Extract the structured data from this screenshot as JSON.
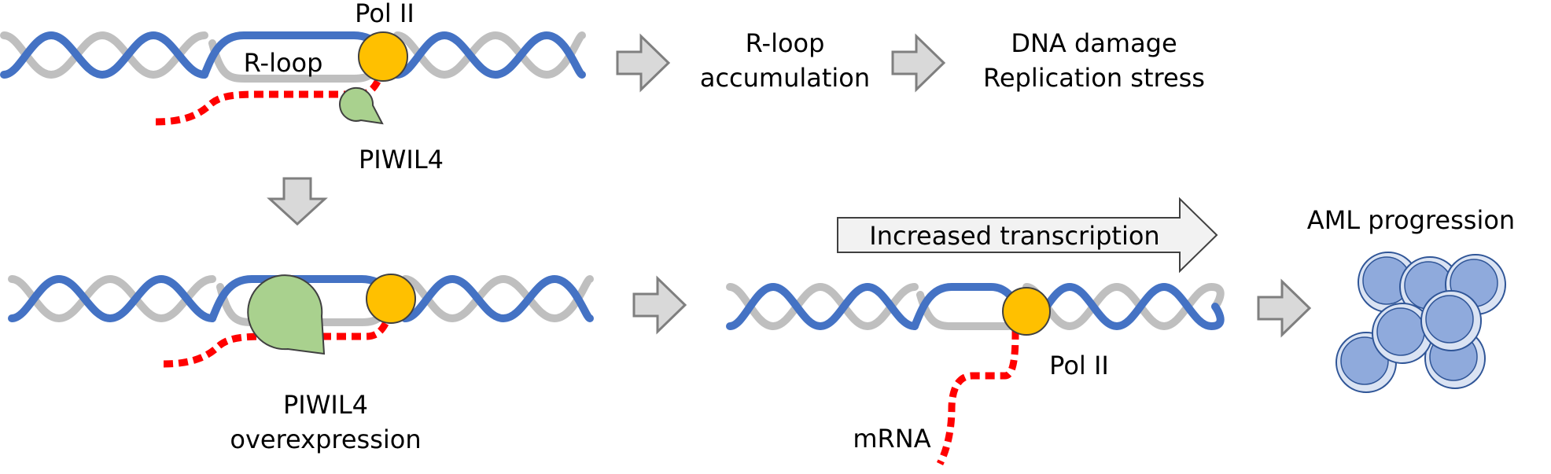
{
  "labels": {
    "polii_top": "Pol II",
    "rloop": "R-loop",
    "piwil4_top": "PIWIL4",
    "rloop_accum_1": "R-loop",
    "rloop_accum_2": "accumulation",
    "dna_damage": "DNA damage",
    "replication_stress": "Replication stress",
    "piwil4_overexp_1": "PIWIL4",
    "piwil4_overexp_2": "overexpression",
    "increased_transcription": "Increased transcription",
    "polii_right": "Pol II",
    "mrna": "mRNA",
    "aml_progression": "AML progression"
  },
  "colors": {
    "strand_blue": "#4472c4",
    "strand_gray": "#bfbfbf",
    "rna_red": "#ff0000",
    "pol_ii": "#ffc000",
    "piwil4": "#a9d18e",
    "arrow_fill": "#d9d9d9",
    "arrow_stroke": "#7f7f7f",
    "big_arrow_fill": "#f2f2f2",
    "cell_fill": "#8faadc",
    "cell_ring": "#dae3f3",
    "cell_stroke": "#2f5597"
  }
}
